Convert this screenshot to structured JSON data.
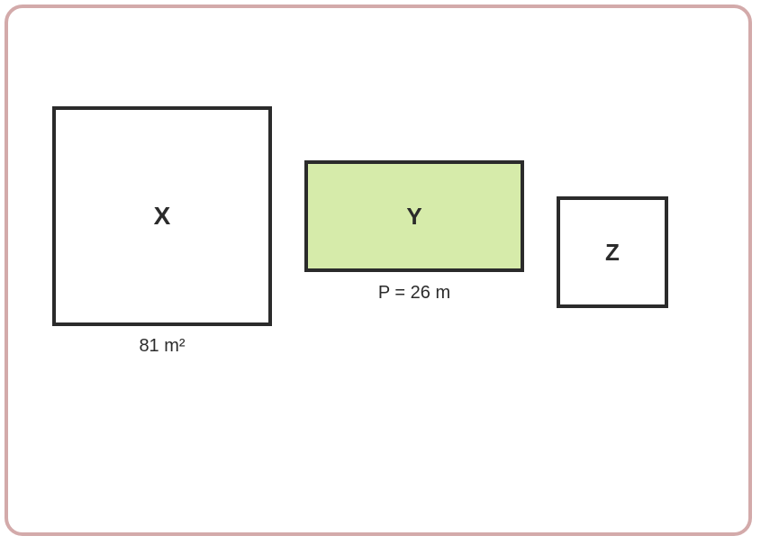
{
  "colors": {
    "frame_border": "#d3aaaa",
    "shape_stroke": "#2b2b2b",
    "shape_y_fill": "#d6ebaa",
    "shape_default_fill": "#ffffff"
  },
  "shapes": {
    "x": {
      "label": "X",
      "caption": "81 m²"
    },
    "y": {
      "label": "Y",
      "caption": "P = 26 m"
    },
    "z": {
      "label": "Z"
    }
  }
}
